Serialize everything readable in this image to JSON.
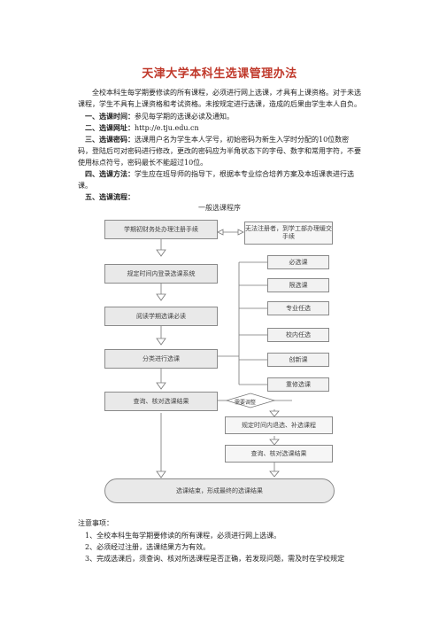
{
  "doc": {
    "title": "天津大学本科生选课管理办法",
    "intro": "全校本科生每学期要修读的所有课程，必须进行网上选课，才具有上课资格。对于未选课程，学生不具有上课资格和考试资格。未按规定进行选课，造成的后果由学生本人自负。",
    "items": [
      {
        "label": "一、选课时间：",
        "text": "参见每学期的选课必读及通知。"
      },
      {
        "label": "二、选课网址：",
        "text": "http://e.tju.edu.cn"
      },
      {
        "label": "三、选课密码：",
        "text": "选课用户名为学生本人学号，初始密码为新生入学时分配的10位数密码，登陆后可对密码进行修改，更改的密码应为半角状态下的字母、数字和常用字符，不要使用标点符号，密码最长不能超过10位。"
      },
      {
        "label": "四、选课方法：",
        "text": "学生应在班导师的指导下，根据本专业综合培养方案及本班课表进行选课。"
      },
      {
        "label": "五、选课流程：",
        "text": ""
      }
    ]
  },
  "flow": {
    "title": "一般选课程序",
    "left_boxes": [
      "学期初财务处办理注册手续",
      "规定时间内登录选课系统",
      "阅读学期选课必读",
      "分类进行选课",
      "查询、核对选课结果"
    ],
    "side_note": "无法注册者，到学工部办理缓交手续",
    "categories": [
      "必选课",
      "限选课",
      "专业任选",
      "校内任选",
      "创新课",
      "重修选课"
    ],
    "diamond": "需要调整",
    "adjust_boxes": [
      "规定时间内退选、补选课程",
      "查询、核对选课结果"
    ],
    "final": "选课结束，形成最终的选课结果"
  },
  "notes": {
    "heading": "注意事项：",
    "items": [
      "1、全校本科生每学期要修读的所有课程，必须进行网上选课。",
      "2、必须经过注册，选课结果方为有效。",
      "3、完成选课后，须查询、核对所选课程是否正确，若发现问题，需及时在学校规定"
    ]
  }
}
